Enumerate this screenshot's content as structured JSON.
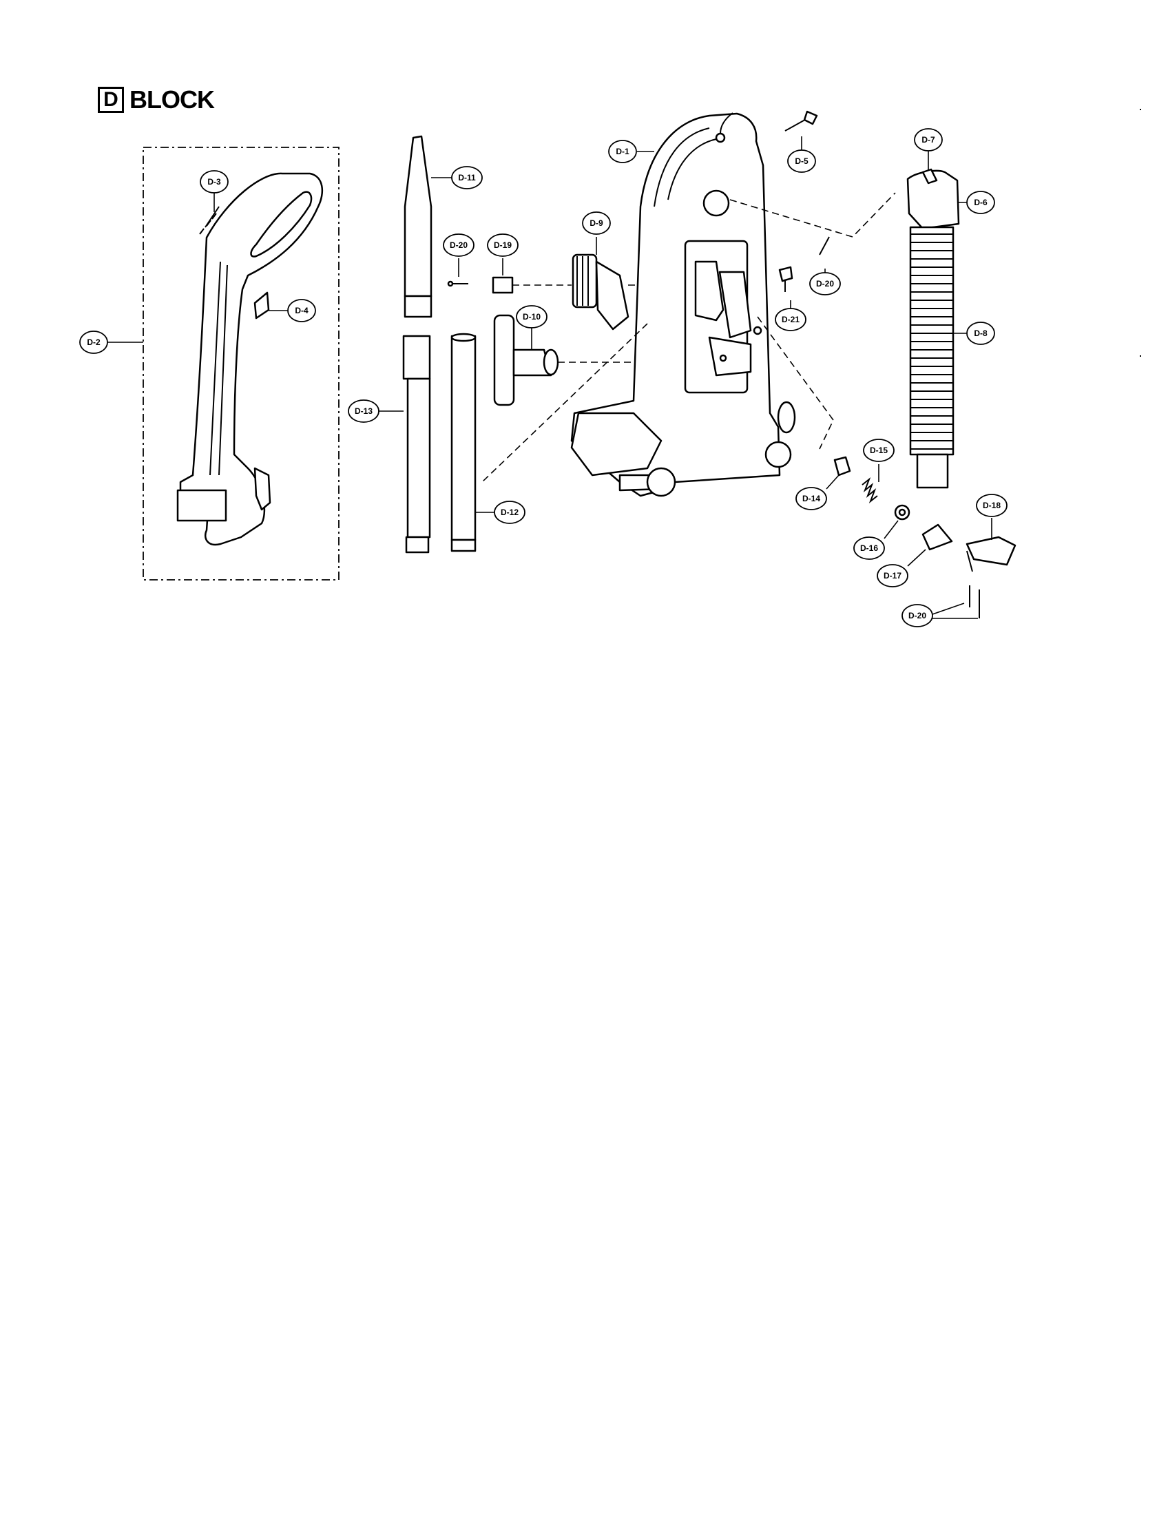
{
  "header": {
    "letter": "D",
    "word": "BLOCK"
  },
  "callouts": [
    {
      "id": "D-1",
      "label": "D-1"
    },
    {
      "id": "D-2",
      "label": "D-2"
    },
    {
      "id": "D-3",
      "label": "D-3"
    },
    {
      "id": "D-4",
      "label": "D-4"
    },
    {
      "id": "D-5",
      "label": "D-5"
    },
    {
      "id": "D-6",
      "label": "D-6"
    },
    {
      "id": "D-7",
      "label": "D-7"
    },
    {
      "id": "D-8",
      "label": "D-8"
    },
    {
      "id": "D-9",
      "label": "D-9"
    },
    {
      "id": "D-10",
      "label": "D-10"
    },
    {
      "id": "D-11",
      "label": "D-11"
    },
    {
      "id": "D-12",
      "label": "D-12"
    },
    {
      "id": "D-13",
      "label": "D-13"
    },
    {
      "id": "D-14",
      "label": "D-14"
    },
    {
      "id": "D-15",
      "label": "D-15"
    },
    {
      "id": "D-16",
      "label": "D-16"
    },
    {
      "id": "D-17",
      "label": "D-17"
    },
    {
      "id": "D-18",
      "label": "D-18"
    },
    {
      "id": "D-19",
      "label": "D-19"
    },
    {
      "id": "D-20a",
      "label": "D-20"
    },
    {
      "id": "D-20b",
      "label": "D-20"
    },
    {
      "id": "D-20c",
      "label": "D-20"
    },
    {
      "id": "D-21",
      "label": "D-21"
    }
  ]
}
